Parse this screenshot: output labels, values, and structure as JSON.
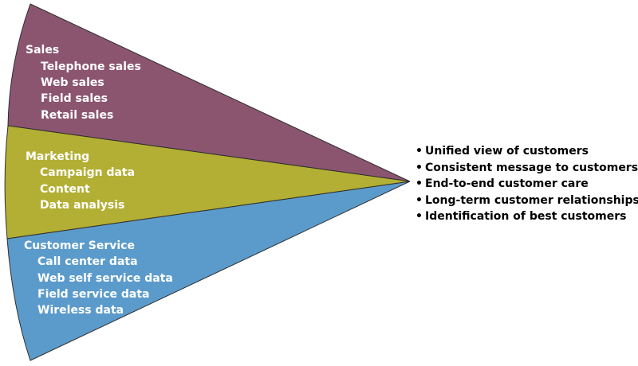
{
  "colors": {
    "sales": "#8B5570",
    "marketing": "#B3AF34",
    "customer_service": "#5B9BCB",
    "outline": "#2E2E2E"
  },
  "segments": [
    {
      "title": "Sales",
      "items": [
        "Telephone sales",
        "Web sales",
        "Field sales",
        "Retail sales"
      ]
    },
    {
      "title": "Marketing",
      "items": [
        "Campaign data",
        "Content",
        "Data analysis"
      ]
    },
    {
      "title": "Customer Service",
      "items": [
        "Call center data",
        "Web self service data",
        "Field service data",
        "Wireless data"
      ]
    }
  ],
  "benefits": [
    "Unified view of customers",
    "Consistent message to customers",
    "End-to-end customer care",
    "Long-term customer relationships",
    "Identification of best customers"
  ]
}
